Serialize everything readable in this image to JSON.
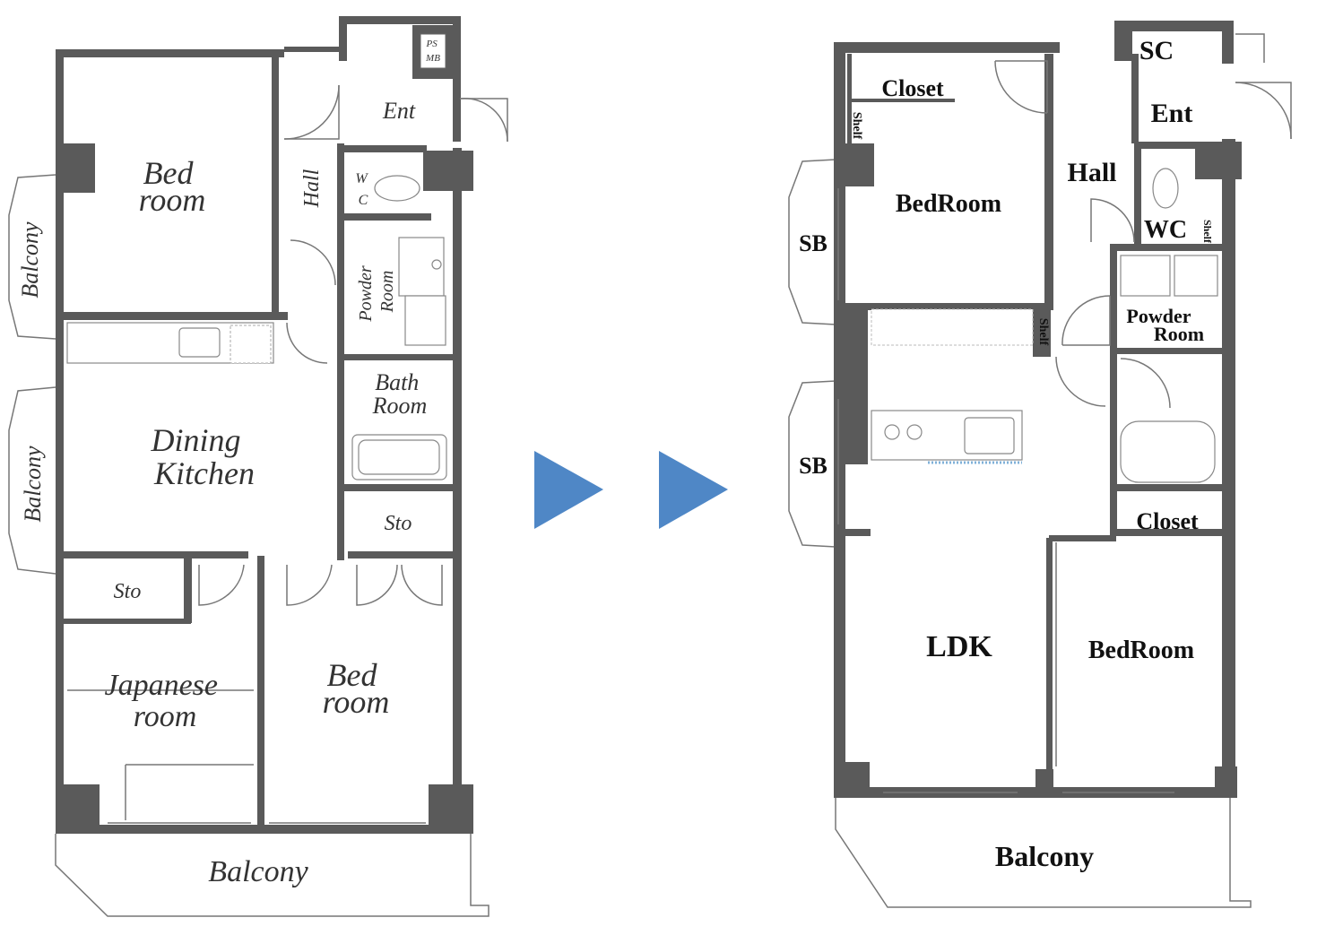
{
  "before": {
    "labels": {
      "ps_mb": [
        "PS",
        "MB"
      ],
      "ent": "Ent",
      "bedroom_top": [
        "Bed",
        "room"
      ],
      "hall": "Hall",
      "wc": [
        "W",
        "C"
      ],
      "powder_room": [
        "Powder",
        "Room"
      ],
      "balcony_left_top": "Balcony",
      "bath_room": [
        "Bath",
        "Room"
      ],
      "dining_kitchen": [
        "Dining",
        "Kitchen"
      ],
      "balcony_left_mid": "Balcony",
      "sto_right": "Sto",
      "sto_left": "Sto",
      "japanese_room": [
        "Japanese",
        "room"
      ],
      "bedroom_bottom": [
        "Bed",
        "room"
      ],
      "balcony_bottom": "Balcony"
    }
  },
  "arrows": {
    "count": 2,
    "color": "#4f87c6"
  },
  "after": {
    "labels": {
      "sc": "SC",
      "closet_top": "Closet",
      "ent": "Ent",
      "shelf_top": "Shelf",
      "hall": "Hall",
      "bedroom_top": "BedRoom",
      "sb_top": "SB",
      "wc": "WC",
      "shelf_wc": "Shelf",
      "powder_room": [
        "Powder",
        "Room"
      ],
      "shelf_mid": "Shelf",
      "sb_bottom": "SB",
      "closet_right": "Closet",
      "ldk": "LDK",
      "bedroom_bottom": "BedRoom",
      "balcony": "Balcony"
    }
  }
}
